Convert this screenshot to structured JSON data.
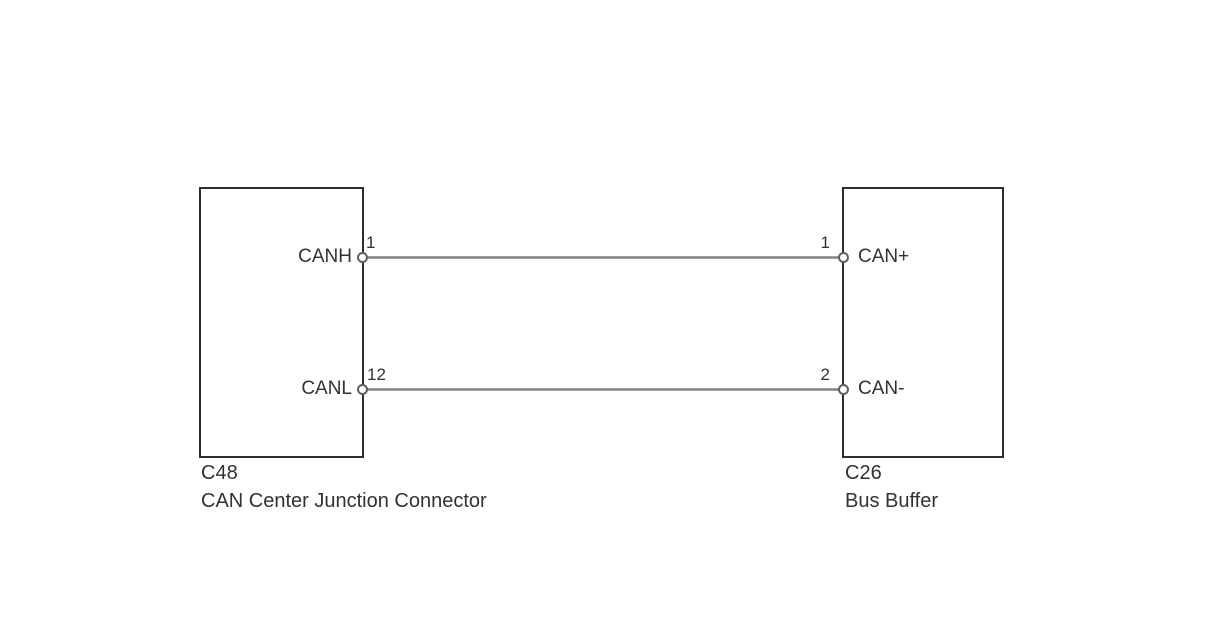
{
  "diagram": {
    "left_component": {
      "id": "C48",
      "name": "CAN Center Junction Connector",
      "pins": [
        {
          "number": "1",
          "label": "CANH"
        },
        {
          "number": "12",
          "label": "CANL"
        }
      ]
    },
    "right_component": {
      "id": "C26",
      "name": "Bus Buffer",
      "pins": [
        {
          "number": "1",
          "label": "CAN+"
        },
        {
          "number": "2",
          "label": "CAN-"
        }
      ]
    },
    "wires": [
      {
        "from": "C48 pin 1 (CANH)",
        "to": "C26 pin 1 (CAN+)"
      },
      {
        "from": "C48 pin 12 (CANL)",
        "to": "C26 pin 2 (CAN-)"
      }
    ],
    "colors": {
      "background": "#ffffff",
      "box_border": "#2e2e2e",
      "wire": "#8a8a8a",
      "pin_circle_stroke": "#5f5f5f",
      "text": "#323232"
    }
  }
}
